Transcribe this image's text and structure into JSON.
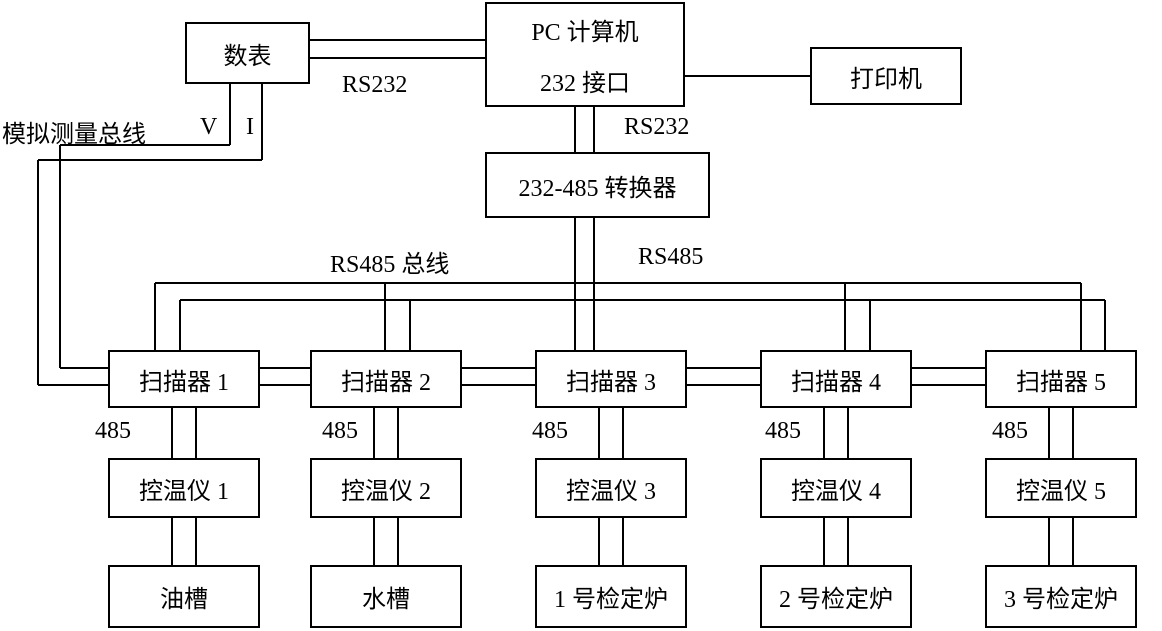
{
  "diagram": {
    "nodes": {
      "meter": {
        "label": "数表"
      },
      "pc": {
        "line1": "PC 计算机",
        "line2": "232 接口"
      },
      "printer": {
        "label": "打印机"
      },
      "converter": {
        "label": "232-485 转换器"
      },
      "scanners": [
        {
          "label": "扫描器 1"
        },
        {
          "label": "扫描器 2"
        },
        {
          "label": "扫描器 3"
        },
        {
          "label": "扫描器 4"
        },
        {
          "label": "扫描器 5"
        }
      ],
      "controllers": [
        {
          "label": "控温仪 1"
        },
        {
          "label": "控温仪 2"
        },
        {
          "label": "控温仪 3"
        },
        {
          "label": "控温仪 4"
        },
        {
          "label": "控温仪 5"
        }
      ],
      "terminals": [
        {
          "label": "油槽"
        },
        {
          "label": "水槽"
        },
        {
          "label": "1 号检定炉"
        },
        {
          "label": "2 号检定炉"
        },
        {
          "label": "3 号检定炉"
        }
      ]
    },
    "edge_labels": {
      "rs232_meter_pc": "RS232",
      "rs232_pc_converter": "RS232",
      "rs485_bus": "RS485 总线",
      "rs485": "RS485",
      "analog_bus": "模拟测量总线",
      "voltage": "V",
      "current": "I",
      "b485": [
        "485",
        "485",
        "485",
        "485",
        "485"
      ]
    }
  }
}
